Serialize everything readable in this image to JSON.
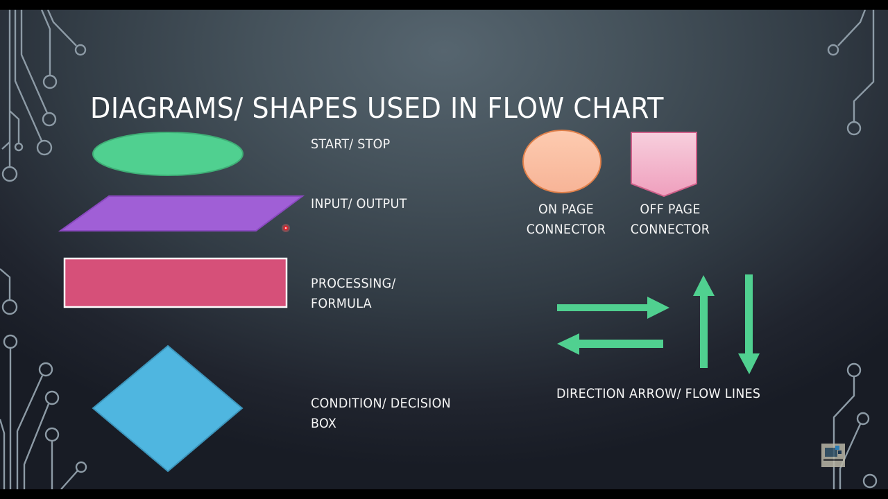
{
  "slide": {
    "title": "DIAGRAMS/ SHAPES USED IN FLOW CHART",
    "colors": {
      "background_top": "#56656f",
      "background_bottom": "#181c25",
      "text": "#ffffff",
      "circuit_lines": "#8d9ba6"
    },
    "shapes": [
      {
        "id": "start-stop",
        "shape": "ellipse",
        "label": "START/ STOP",
        "fill": "#50d090",
        "stroke": "#3fae76"
      },
      {
        "id": "input-output",
        "shape": "parallelogram",
        "label": "INPUT/ OUTPUT",
        "fill": "#a05fd6",
        "stroke": "#8a49c0"
      },
      {
        "id": "processing-formula",
        "shape": "rectangle",
        "label_line1": "PROCESSING/",
        "label_line2": "FORMULA",
        "fill": "#d65079",
        "stroke": "#ffffff"
      },
      {
        "id": "condition-decision",
        "shape": "diamond",
        "label_line1": "CONDITION/ DECISION",
        "label_line2": "BOX",
        "fill": "#4fb6e0",
        "stroke": "#3d95bb"
      },
      {
        "id": "on-page-connector",
        "shape": "circle",
        "label_line1": "ON PAGE",
        "label_line2": "CONNECTOR",
        "fill": "#fbc3a4",
        "stroke": "#e0804a"
      },
      {
        "id": "off-page-connector",
        "shape": "pentagon-down",
        "label_line1": "OFF PAGE",
        "label_line2": "CONNECTOR",
        "fill": "#f6b6cc",
        "stroke": "#d0608a"
      },
      {
        "id": "direction-arrows",
        "shape": "arrows",
        "label": "DIRECTION ARROW/ FLOW LINES",
        "fill": "#50d090",
        "directions": [
          "right",
          "left",
          "up",
          "down"
        ]
      }
    ]
  }
}
